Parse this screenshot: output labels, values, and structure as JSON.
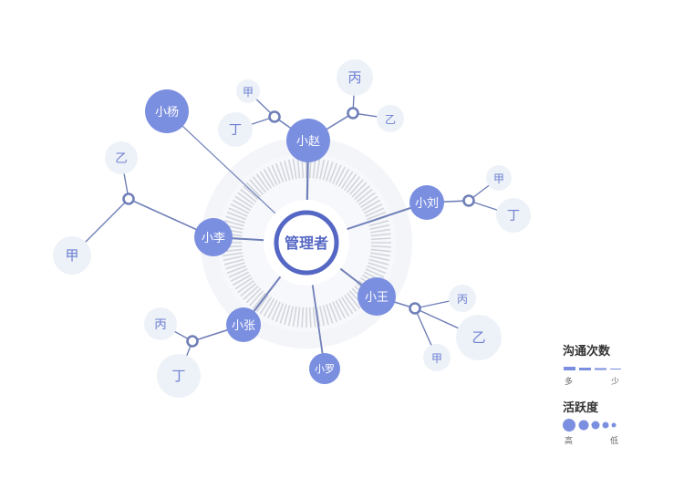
{
  "colors": {
    "node_fill": "#7b8fe0",
    "node_text": "#ffffff",
    "line": "#6f7fb8",
    "leaf_fill": "#edf2f8",
    "leaf_text": "#6d7fd2",
    "halo": "#f3f5f9",
    "tick": "#d2d5dc",
    "center_ring": "#5567c4",
    "center_text": "#5567c4"
  },
  "diagram": {
    "center": {
      "label": "管理者"
    },
    "members": [
      {
        "id": "yang",
        "label": "小杨",
        "activity": "high"
      },
      {
        "id": "zhao",
        "label": "小赵",
        "activity": "high",
        "leaves": [
          {
            "label": "甲"
          },
          {
            "label": "丁"
          },
          {
            "label": "丙"
          },
          {
            "label": "乙"
          }
        ]
      },
      {
        "id": "liu",
        "label": "小刘",
        "activity": "medium",
        "leaves": [
          {
            "label": "甲"
          },
          {
            "label": "丁"
          }
        ]
      },
      {
        "id": "li",
        "label": "小李",
        "activity": "medium",
        "leaves": [
          {
            "label": "乙"
          },
          {
            "label": "甲"
          }
        ]
      },
      {
        "id": "wang",
        "label": "小王",
        "activity": "medium",
        "leaves": [
          {
            "label": "丙"
          },
          {
            "label": "乙"
          },
          {
            "label": "甲"
          }
        ]
      },
      {
        "id": "zhang",
        "label": "小张",
        "activity": "medium",
        "leaves": [
          {
            "label": "丙"
          },
          {
            "label": "丁"
          }
        ]
      },
      {
        "id": "luo",
        "label": "小罗",
        "activity": "low"
      }
    ]
  },
  "legend": {
    "comm": {
      "title": "沟通次数",
      "more": "多",
      "less": "少"
    },
    "activity": {
      "title": "活跃度",
      "high": "高",
      "low": "低"
    }
  }
}
